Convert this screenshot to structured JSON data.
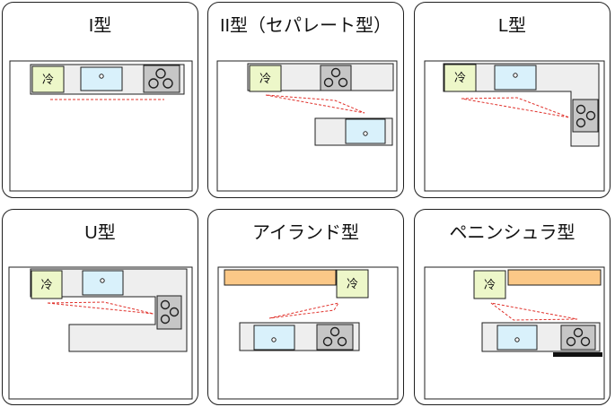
{
  "layouts": [
    {
      "id": "i",
      "title": "I型"
    },
    {
      "id": "ii",
      "title": "II型（セパレート型）"
    },
    {
      "id": "l",
      "title": "L型"
    },
    {
      "id": "u",
      "title": "U型"
    },
    {
      "id": "island",
      "title": "アイランド型"
    },
    {
      "id": "peninsula",
      "title": "ペニンシュラ型"
    }
  ],
  "fridge_label": "冷",
  "colors": {
    "counter": "#eeeeee",
    "fridge": "#edf7c9",
    "sink": "#d9f1fb",
    "stove": "#c6c6c6",
    "cabinet": "#fbc887",
    "work_triangle": "#e0302a",
    "outline": "#1f1f1f"
  }
}
